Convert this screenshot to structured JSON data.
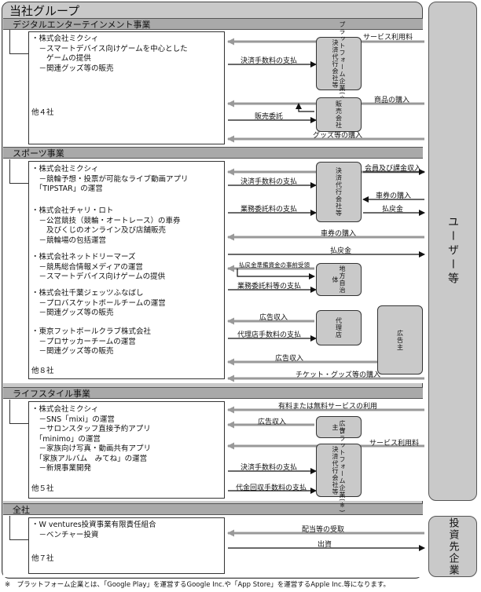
{
  "title": "当社グループ",
  "sections": {
    "entertainment": {
      "heading": "デジタルエンターテインメント事業",
      "company": "・株式会社ミクシィ\n　－スマートデバイス向けゲームを中心とした\n　　ゲームの提供\n　－関連グッズ等の販売",
      "others": "他４社"
    },
    "sports": {
      "heading": "スポーツ事業",
      "c1": "・株式会社ミクシィ\n　－競輪予想・投票が可能なライブ動画アプリ\n　「TIPSTAR」の運営",
      "c2": "・株式会社チャリ・ロト\n　－公営競技（競輪・オートレース）の車券\n　　及びくじのオンライン及び店舗販売\n　－競輪場の包括運営",
      "c3": "・株式会社ネットドリーマーズ\n　－競馬総合情報メディアの運営\n　－スマートデバイス向けゲームの提供",
      "c4": "・株式会社千葉ジェッツふなばし\n　－プロバスケットボールチームの運営\n　－関連グッズ等の販売",
      "c5": "・東京フットボールクラブ株式会社\n　－プロサッカーチームの運営\n　－関連グッズ等の販売",
      "others": "他８社"
    },
    "lifestyle": {
      "heading": "ライフスタイル事業",
      "company": "・株式会社ミクシィ\n　－SNS「mixi」の運営\n　－サロンスタッフ直接予約アプリ\n　「minimo」の運営\n　－家族向け写真・動画共有アプリ\n　「家族アルバム　みてね」の運営\n　－新規事業開発",
      "others": "他５社"
    },
    "corporate": {
      "heading": "全社",
      "company": "・W ventures投資事業有限責任組合\n　－ベンチャー投資",
      "others": "他７社"
    }
  },
  "entities": {
    "platform1": "プラットフォーム企業(※)\n決済代行会社等",
    "sales": "販売会社",
    "settlement": "決済代行会社等",
    "local_gov": "地方自治体",
    "agency": "代理店",
    "advertiser1": "広告主",
    "advertiser2": "広告主",
    "platform2": "プラットフォーム企業(※)\n決済代行会社等"
  },
  "labels": {
    "service_fee1": "サービス利用料",
    "payment_fee1": "決済手数料の支払",
    "purchase_product": "商品の購入",
    "sales_commission": "販売委託",
    "buy_goods1": "グッズ等の購入",
    "membership": "会員及び課金収入",
    "payment_fee2": "決済手数料の支払",
    "buy_ticket1": "車券の購入",
    "business_fee": "業務委託料の支払",
    "refund1": "払戻金",
    "buy_ticket2": "車券の購入",
    "refund2": "払戻金",
    "refund_reserve": "払戻金準備資金の事前受領",
    "business_fee2": "業務委託料等の支払",
    "ad_income1": "広告収入",
    "agency_fee": "代理店手数料の支払",
    "ad_income2": "広告収入",
    "buy_tickets_goods": "チケット・グッズ等の購入",
    "paid_free_use": "有料または無料サービスの利用",
    "ad_income3": "広告収入",
    "service_fee2": "サービス利用料",
    "payment_fee3": "決済手数料の支払",
    "collection_fee": "代金回収手数料の支払",
    "dividend": "配当等の受取",
    "investment": "出資"
  },
  "side": {
    "users": "ユーザー等",
    "investees": "投資先企業"
  },
  "footnote": "※　プラットフォーム企業とは、「Google Play」を運営するGoogle Inc.や「App Store」を運営するApple Inc.等になります。"
}
